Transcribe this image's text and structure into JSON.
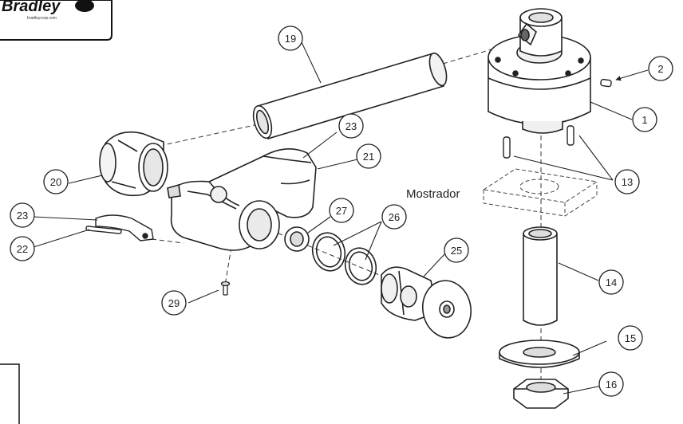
{
  "brand": {
    "name": "Bradley",
    "url": "bradleycorp.com"
  },
  "counter_label": "Mostrador",
  "callouts": {
    "c1": "1",
    "c2": "2",
    "c13": "13",
    "c14": "14",
    "c15": "15",
    "c16": "16",
    "c19": "19",
    "c20": "20",
    "c21": "21",
    "c22": "22",
    "c23a": "23",
    "c23b": "23",
    "c25": "25",
    "c26": "26",
    "c27": "27",
    "c29": "29"
  }
}
